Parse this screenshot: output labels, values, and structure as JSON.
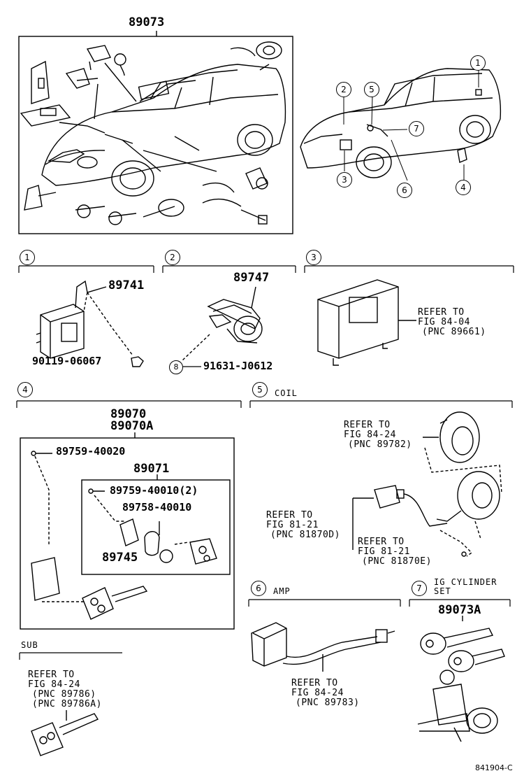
{
  "diagram_title": "89073",
  "overview_callouts": [
    "1",
    "2",
    "3",
    "4",
    "5",
    "6",
    "7"
  ],
  "sections": {
    "s1": {
      "num": "1",
      "parts": [
        "89741",
        "90119-06067"
      ]
    },
    "s2": {
      "num": "2",
      "parts": [
        "89747",
        "91631-J0612"
      ],
      "bolt_mark": "8"
    },
    "s3": {
      "num": "3",
      "refer": [
        "REFER TO",
        "FIG 84-04",
        "(PNC 89661)"
      ]
    },
    "s4": {
      "num": "4",
      "parts": [
        "89070",
        "89070A",
        "89759-40020",
        "89071",
        "89759-40010(2)",
        "89758-40010",
        "89745"
      ]
    },
    "s5": {
      "num": "5",
      "label": "COIL",
      "refer_a": [
        "REFER TO",
        "FIG 84-24",
        "(PNC 89782)"
      ],
      "refer_b": [
        "REFER TO",
        "FIG 81-21",
        "(PNC 81870D)"
      ],
      "refer_c": [
        "REFER TO",
        "FIG 81-21",
        "(PNC 81870E)"
      ]
    },
    "s6": {
      "num": "6",
      "label": "AMP",
      "refer": [
        "REFER TO",
        "FIG 84-24",
        "(PNC 89783)"
      ]
    },
    "s7": {
      "num": "7",
      "label": [
        "IG CYLINDER",
        "SET"
      ],
      "parts": [
        "89073A"
      ]
    },
    "sub": {
      "label": "SUB",
      "refer": [
        "REFER TO",
        "FIG 84-24",
        "(PNC 89786)",
        "(PNC 89786A)"
      ]
    }
  },
  "figure_code": "841904-C"
}
